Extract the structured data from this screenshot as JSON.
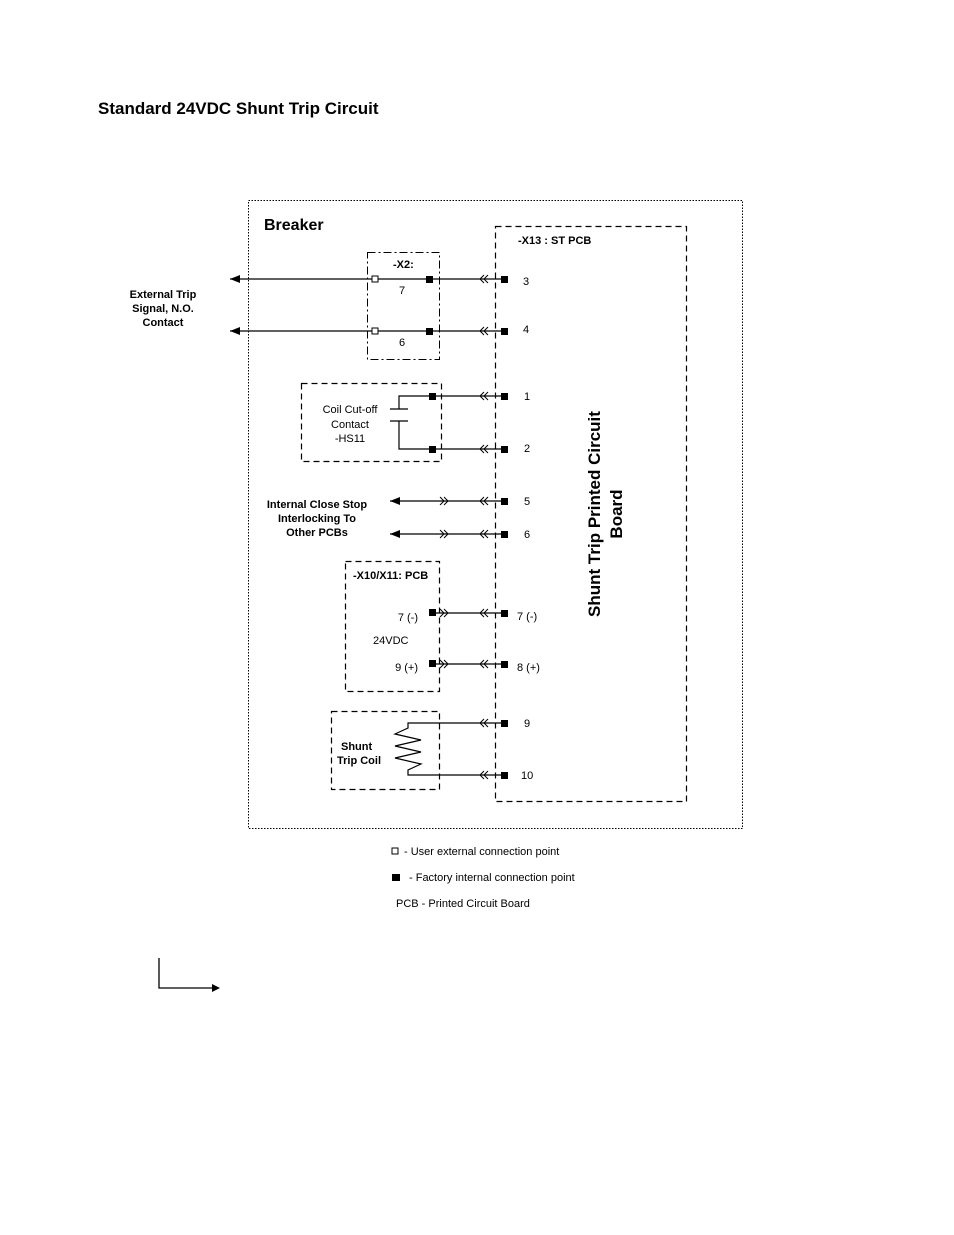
{
  "title": "Standard 24VDC Shunt Trip Circuit",
  "diagram": {
    "breaker_label": "Breaker",
    "board_header": "-X13 : ST  PCB",
    "board_title_line1": "Shunt Trip Printed Circuit",
    "board_title_line2": "Board",
    "x2": {
      "label": "-X2:",
      "pin_top": "7",
      "pin_bottom": "6"
    },
    "external_trip": {
      "line1": "External Trip",
      "line2": "Signal, N.O.",
      "line3": "Contact"
    },
    "coil_cutoff": {
      "line1": "Coil Cut-off",
      "line2": "Contact",
      "line3": "-HS11"
    },
    "interlock": {
      "line1": "Internal Close Stop",
      "line2": "Interlocking To",
      "line3": "Other PCBs"
    },
    "x10x11": {
      "label": "-X10/X11: PCB",
      "pin_top": "7 (-)",
      "voltage": "24VDC",
      "pin_bottom": "9 (+)"
    },
    "shunt_coil": {
      "line1": "Shunt",
      "line2": "Trip Coil"
    },
    "terminals": [
      "3",
      "4",
      "1",
      "2",
      "5",
      "6",
      "7 (-)",
      "8 (+)",
      "9",
      "10"
    ]
  },
  "legend": {
    "user_point": "- User external connection point",
    "factory_point": "- Factory internal connection point",
    "pcb_note": "PCB - Printed Circuit Board"
  }
}
